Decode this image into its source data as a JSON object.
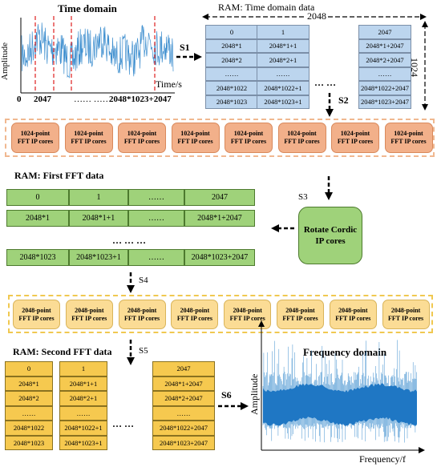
{
  "time_domain": {
    "title": "Time domain",
    "ylabel": "Amplitude",
    "xlabel": "Time/s",
    "ticks": [
      "0",
      "2047",
      "2048*1023+2047"
    ],
    "dots": "……    ……"
  },
  "ram_time": {
    "title": "RAM: Time domain data",
    "width_label": "2048",
    "height_label": "1024",
    "col0": [
      "0",
      "2048*1",
      "2048*2",
      "……",
      "2048*1022",
      "2048*1023"
    ],
    "col1": [
      "1",
      "2048*1+1",
      "2048*2+1",
      "……",
      "2048*1022+1",
      "2048*1023+1"
    ],
    "col2": [
      "2047",
      "2048*1+2047",
      "2048*2+2047",
      "……",
      "2048*1022+2047",
      "2048*1023+2047"
    ],
    "between": "… …"
  },
  "steps": {
    "s1": "S1",
    "s2": "S2",
    "s3": "S3",
    "s4": "S4",
    "s5": "S5",
    "s6": "S6"
  },
  "fft1": {
    "line1": "1024-point",
    "line2": "FFT IP cores"
  },
  "fft2": {
    "line1": "2048-point",
    "line2": "FFT IP cores"
  },
  "ram_first": {
    "title": "RAM: First FFT data",
    "rows": [
      [
        "0",
        "1",
        "……",
        "2047"
      ],
      [
        "2048*1",
        "2048*1+1",
        "……",
        "2048*1+2047"
      ],
      [
        "2048*1023",
        "2048*1023+1",
        "……",
        "2048*1023+2047"
      ]
    ],
    "between": "… … …"
  },
  "cordic": {
    "line1": "Rotate Cordic",
    "line2": "IP cores"
  },
  "ram_second": {
    "title": "RAM: Second FFT data",
    "col0": [
      "0",
      "2048*1",
      "2048*2",
      "……",
      "2048*1022",
      "2048*1023"
    ],
    "col1": [
      "1",
      "2048*1+1",
      "2048*2+1",
      "……",
      "2048*1022+1",
      "2048*1023+1"
    ],
    "col2": [
      "2047",
      "2048*1+2047",
      "2048*2+2047",
      "……",
      "2048*1022+2047",
      "2048*1023+2047"
    ],
    "between": "… …"
  },
  "freq_domain": {
    "title": "Frequency domain",
    "ylabel": "Amplitude",
    "xlabel": "Frequency/f"
  },
  "colors": {
    "blue_cell": "#bcd5ee",
    "orange_core": "#f2b08a",
    "green_cell": "#9fd27a",
    "gold_core": "#fbdc95",
    "yellow_cell": "#f6c94f",
    "signal": "#3f8fcf"
  }
}
